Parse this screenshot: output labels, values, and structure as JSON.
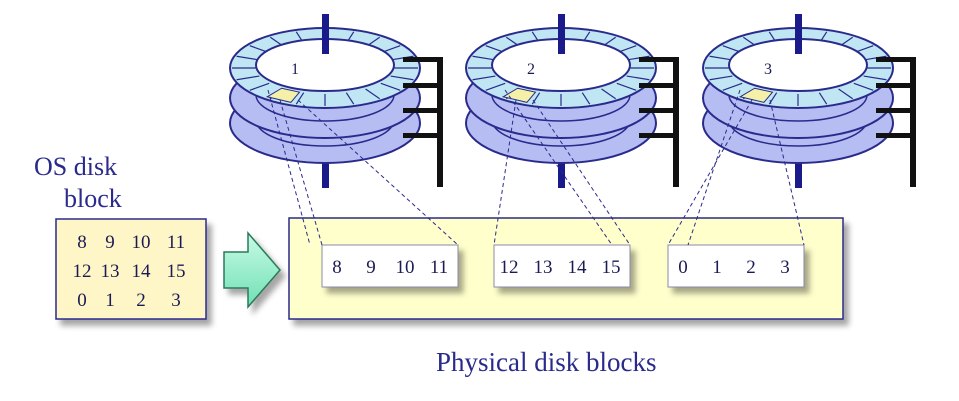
{
  "os_block": {
    "title_line1": "OS disk",
    "title_line2": "block",
    "rows": [
      [
        "8",
        "9",
        "10",
        "11"
      ],
      [
        "12",
        "13",
        "14",
        "15"
      ],
      [
        "0",
        "1",
        "2",
        "3"
      ]
    ]
  },
  "disks": [
    {
      "number": "1",
      "blocks": [
        "8",
        "9",
        "10",
        "11"
      ]
    },
    {
      "number": "2",
      "blocks": [
        "12",
        "13",
        "14",
        "15"
      ]
    },
    {
      "number": "3",
      "blocks": [
        "0",
        "1",
        "2",
        "3"
      ]
    }
  ],
  "physical_label": "Physical disk blocks",
  "colors": {
    "text": "#2a2a8c",
    "platter": "#b6bdf2",
    "track": "#bfe6f2",
    "spindle": "#1a1a8a",
    "panel": "#ffffcc",
    "os_panel": "#fff6c8",
    "arrow": "#9ff0cf",
    "highlight": "#f4f0a8"
  }
}
